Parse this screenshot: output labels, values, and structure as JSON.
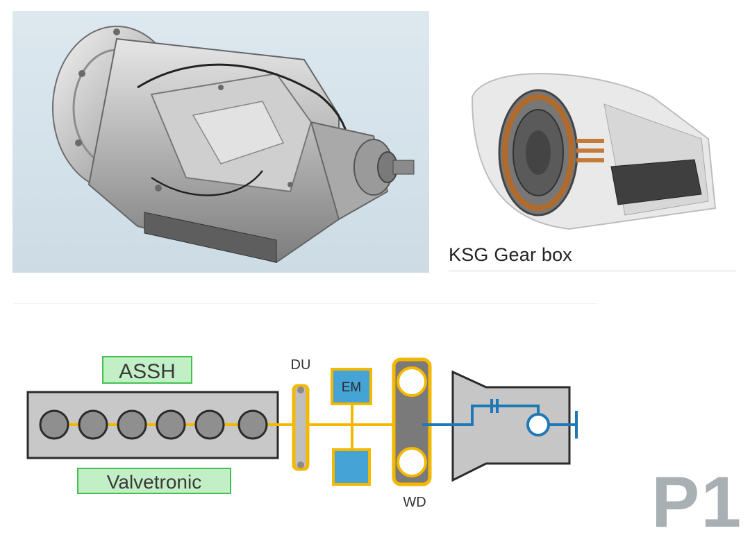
{
  "photos": {
    "gearbox_left": {
      "icon": "automatic-transmission-photo"
    },
    "gearbox_right": {
      "icon": "ksg-cutaway-photo"
    }
  },
  "ksg_caption": "KSG Gear box",
  "diagram": {
    "assh_label": "ASSH",
    "valvetronic_label": "Valvetronic",
    "du_label": "DU",
    "em_label": "EM",
    "wd_label": "WD",
    "colors": {
      "engine_block": "#c8c8c8",
      "cylinder": "#8f8f8f",
      "label_box": "#c3efc6",
      "label_border": "#43c04f",
      "shaft": "#f5b800",
      "motor": "#46a3d6",
      "driveline": "#1e78b5",
      "gearbox_body": "#c6c6c6"
    }
  },
  "corner_label": "P1"
}
